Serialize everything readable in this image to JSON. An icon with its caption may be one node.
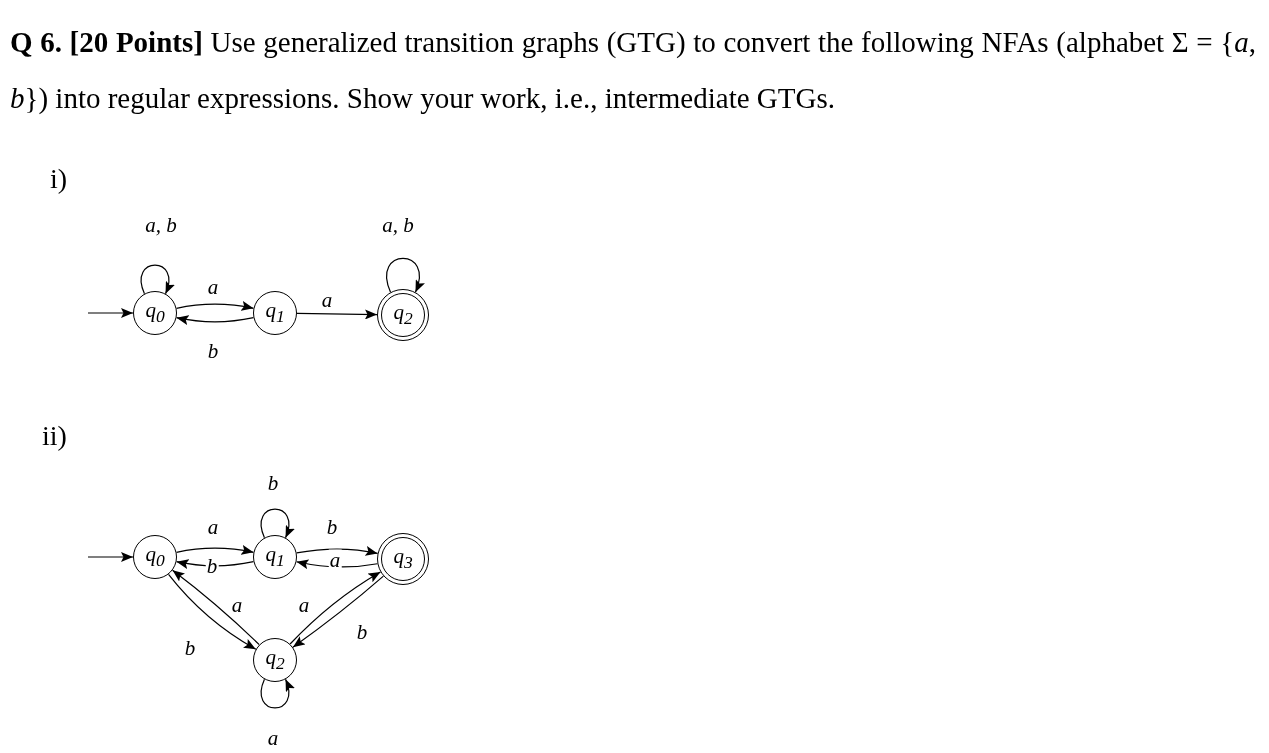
{
  "diagram": {
    "title": "**Q 6. [20 Points]** Use generalized transition graphs (GTG) to convert the following NFAs (alphabet Σ = {*a*, *b*}) into regular expressions. Show your work, i.e., intermediate GTGs.",
    "nodes": [
      {
        "text": [
          "q$_{0}$"
        ]
      },
      {
        "text": [
          "q$_{1}$"
        ]
      },
      {
        "text": [
          "q$_{2}$"
        ]
      },
      {
        "text": [
          "q$_{0}$"
        ]
      },
      {
        "text": [
          "q$_{1}$"
        ]
      },
      {
        "text": [
          "q$_{3}$"
        ]
      },
      {
        "text": [
          "q$_{2}$"
        ]
      }
    ],
    "edges": [
      {
        "from": null,
        "to": 0,
        "arrow": "to"
      },
      {
        "from": 0,
        "to": 0,
        "arrow": "to",
        "label": "a, b"
      },
      {
        "from": 0,
        "to": 1,
        "arrow": "to",
        "label": "a"
      },
      {
        "from": 1,
        "to": 0,
        "arrow": "to",
        "label": "b"
      },
      {
        "from": 1,
        "to": 2,
        "arrow": "to",
        "label": "a"
      },
      {
        "from": 2,
        "to": 2,
        "arrow": "to",
        "label": "a, b"
      },
      {
        "from": null,
        "to": 3,
        "arrow": "to"
      },
      {
        "from": 4,
        "to": 4,
        "arrow": "to",
        "label": "b"
      },
      {
        "from": 3,
        "to": 4,
        "arrow": "to",
        "label": "a"
      },
      {
        "from": 4,
        "to": 3,
        "arrow": "to",
        "label": "b"
      },
      {
        "from": 4,
        "to": 5,
        "arrow": "to",
        "label": "b"
      },
      {
        "from": 5,
        "to": 4,
        "arrow": "to",
        "label": "a"
      },
      {
        "from": 6,
        "to": 3,
        "arrow": "to",
        "label": "a"
      },
      {
        "from": 3,
        "to": 6,
        "arrow": "to",
        "label": "b"
      },
      {
        "from": 6,
        "to": 5,
        "arrow": "to",
        "label": "a"
      },
      {
        "from": 5,
        "to": 6,
        "arrow": "to",
        "label": "b"
      },
      {
        "from": 6,
        "to": 6,
        "arrow": "to",
        "label": "a"
      }
    ],
    "labels": [
      "i)",
      "ii)"
    ]
  }
}
